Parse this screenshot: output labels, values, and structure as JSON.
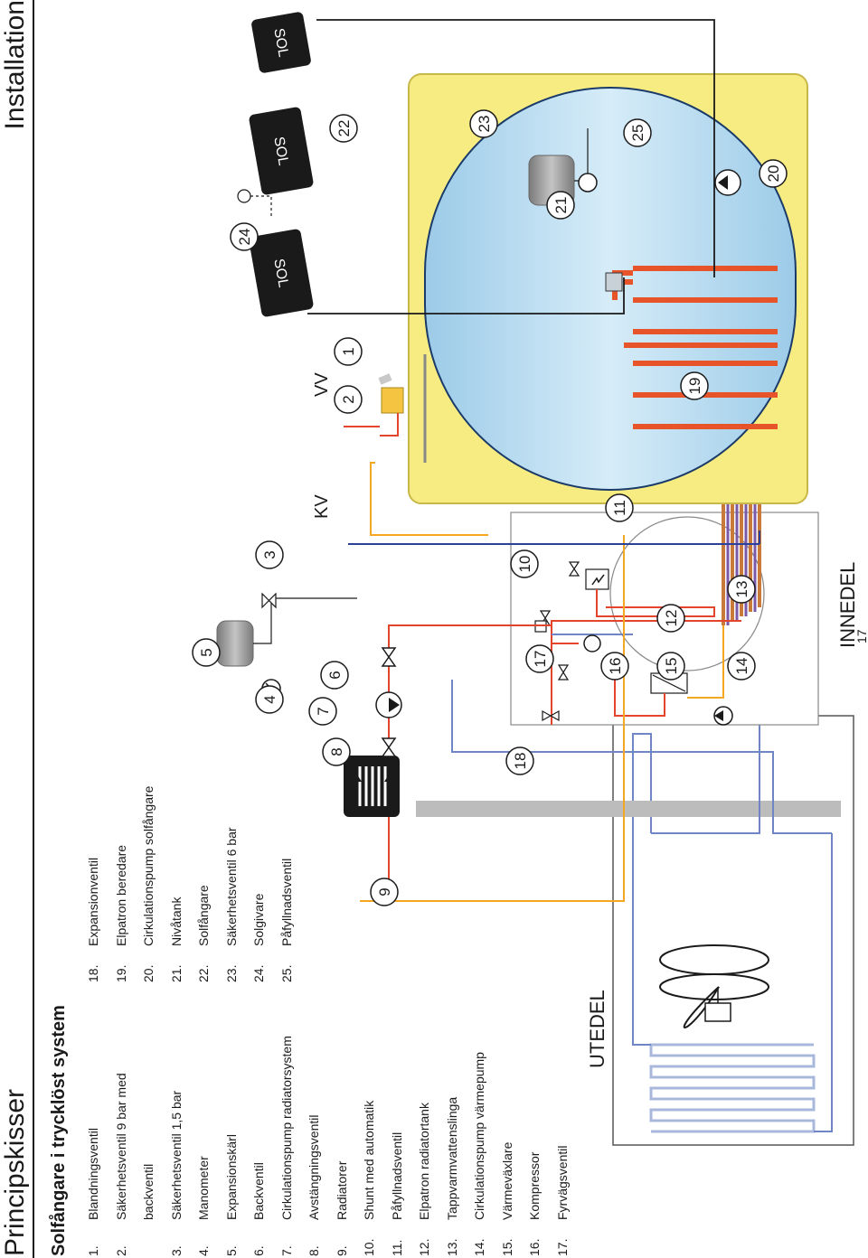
{
  "header": {
    "left": "Principskisser",
    "right": "Installation"
  },
  "title": "Solfångare i trycklöst system",
  "legend_col1": [
    {
      "num": "1.",
      "label": "Blandningsventil"
    },
    {
      "num": "2.",
      "label": "Säkerhetsventil 9 bar med",
      "cont": "backventil"
    },
    {
      "num": "3.",
      "label": "Säkerhetsventil 1,5 bar"
    },
    {
      "num": "4.",
      "label": "Manometer"
    },
    {
      "num": "5.",
      "label": "Expansionskärl"
    },
    {
      "num": "6.",
      "label": "Backventil"
    },
    {
      "num": "7.",
      "label": "Cirkulationspump radiatorsystem"
    },
    {
      "num": "8.",
      "label": "Avstängningsventil"
    },
    {
      "num": "9.",
      "label": "Radiatorer"
    },
    {
      "num": "10.",
      "label": "Shunt med automatik"
    },
    {
      "num": "11.",
      "label": "Påfyllnadsventil"
    },
    {
      "num": "12.",
      "label": "Elpatron radiatortank"
    },
    {
      "num": "13.",
      "label": "Tappvarmvattenslinga"
    },
    {
      "num": "14.",
      "label": "Cirkulationspump värmepump"
    },
    {
      "num": "15.",
      "label": "Värmeväxlare"
    },
    {
      "num": "16.",
      "label": "Kompressor"
    },
    {
      "num": "17.",
      "label": "Fyrvägsventil"
    }
  ],
  "legend_col2": [
    {
      "num": "18.",
      "label": "Expansionventil"
    },
    {
      "num": "19.",
      "label": "Elpatron beredare"
    },
    {
      "num": "20.",
      "label": "Cirkulationspump solfångare"
    },
    {
      "num": "21.",
      "label": "Nivåtank"
    },
    {
      "num": "22.",
      "label": "Solfångare"
    },
    {
      "num": "23.",
      "label": "Säkerhetsventil 6 bar"
    },
    {
      "num": "24.",
      "label": "Solgivare"
    },
    {
      "num": "25.",
      "label": "Påfyllnadsventil"
    }
  ],
  "labels": {
    "utedel": "UTEDEL",
    "innedel": "INNEDEL",
    "kv": "KV",
    "vv": "VV",
    "page": "17",
    "sol": "SOL"
  },
  "callouts": [
    "1",
    "2",
    "3",
    "4",
    "5",
    "6",
    "7",
    "8",
    "9",
    "10",
    "11",
    "12",
    "13",
    "14",
    "15",
    "16",
    "17",
    "18",
    "19",
    "20",
    "21",
    "22",
    "23",
    "24",
    "25"
  ],
  "colors": {
    "tank_fill": "#b8d9ef",
    "tank_frame": "#f7ec82",
    "hot_pipe": "#f5a623",
    "red_pipe": "#e2452b",
    "blue_pipe": "#2b3f9c",
    "cold_pipe": "#6f86c4",
    "coil": "#e8542a",
    "panel": "#1a1a1a",
    "wall": "#bcbcbc"
  }
}
